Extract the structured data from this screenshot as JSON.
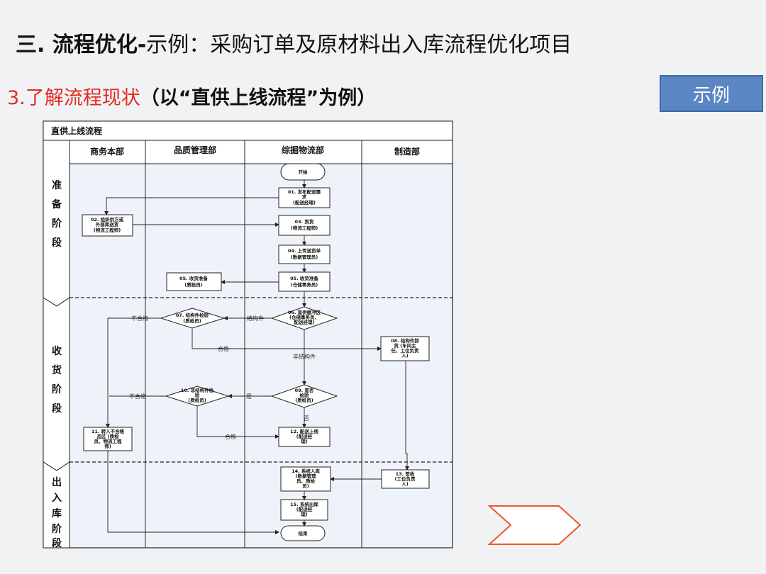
{
  "title": {
    "bold": "三. 流程优化-",
    "rest": "示例：采购订单及原材料出入库流程优化项目"
  },
  "subtitle": {
    "red": "3.了解流程现状",
    "dark": "（以“直供上线流程”为例）"
  },
  "example_button": "示例",
  "diagram": {
    "title": "直供上线流程",
    "departments": [
      "商务本部",
      "品质管理部",
      "综掘物流部",
      "制造部"
    ],
    "stages": [
      {
        "chars": [
          "准",
          "备",
          "阶",
          "段"
        ]
      },
      {
        "chars": [
          "收",
          "货",
          "阶",
          "段"
        ]
      },
      {
        "chars": [
          "出",
          "入",
          "库",
          "阶",
          "段"
        ]
      }
    ],
    "nodes": {
      "start": [
        "开始"
      ],
      "n01": [
        "01. 发布配送需",
        "求",
        "(配送经理)"
      ],
      "n02": [
        "02. 组织供方或",
        "外部库送货",
        "(物流工程师)"
      ],
      "n03": [
        "03. 到货",
        "(物流工程师)"
      ],
      "n04": [
        "04. 上传送货单",
        "(数据管理员)"
      ],
      "n05a": [
        "05. 收货准备",
        "(质检员)"
      ],
      "n05b": [
        "05. 收货准备",
        "(仓储事务员)"
      ],
      "n06": [
        "06. 直供缓冲区",
        "(仓储事务员、",
        "配送经理)"
      ],
      "n07": [
        "07. 结构件检验",
        "(质检员)"
      ],
      "n08": [
        "08. 结构件卸",
        "货 (车间主",
        "任、工位负责",
        "人)"
      ],
      "n09": [
        "09. 是否",
        "检验",
        "(质检员)"
      ],
      "n10": [
        "10. 非结构件检",
        "验",
        "(质检员)"
      ],
      "n11": [
        "11. 转入不合格",
        "品区 (质检",
        "员、物流工程",
        "师)"
      ],
      "n12": [
        "12. 配送上线",
        "(配送经",
        "理)"
      ],
      "n13": [
        "13. 签收",
        "(工位负责",
        "人)"
      ],
      "n14": [
        "14. 系统入库",
        "(数据管理",
        "员、质检",
        "员)"
      ],
      "n15": [
        "15. 系统出库",
        "(配送经",
        "理)"
      ],
      "end": [
        "结束"
      ]
    },
    "edge_labels": {
      "unqualified_1": "不合格",
      "structural": "结构件",
      "qualified_1": "合格",
      "non_structural": "非结构件",
      "unqualified_2": "不合格",
      "yes": "是",
      "no": "否",
      "qualified_2": "合格"
    }
  }
}
